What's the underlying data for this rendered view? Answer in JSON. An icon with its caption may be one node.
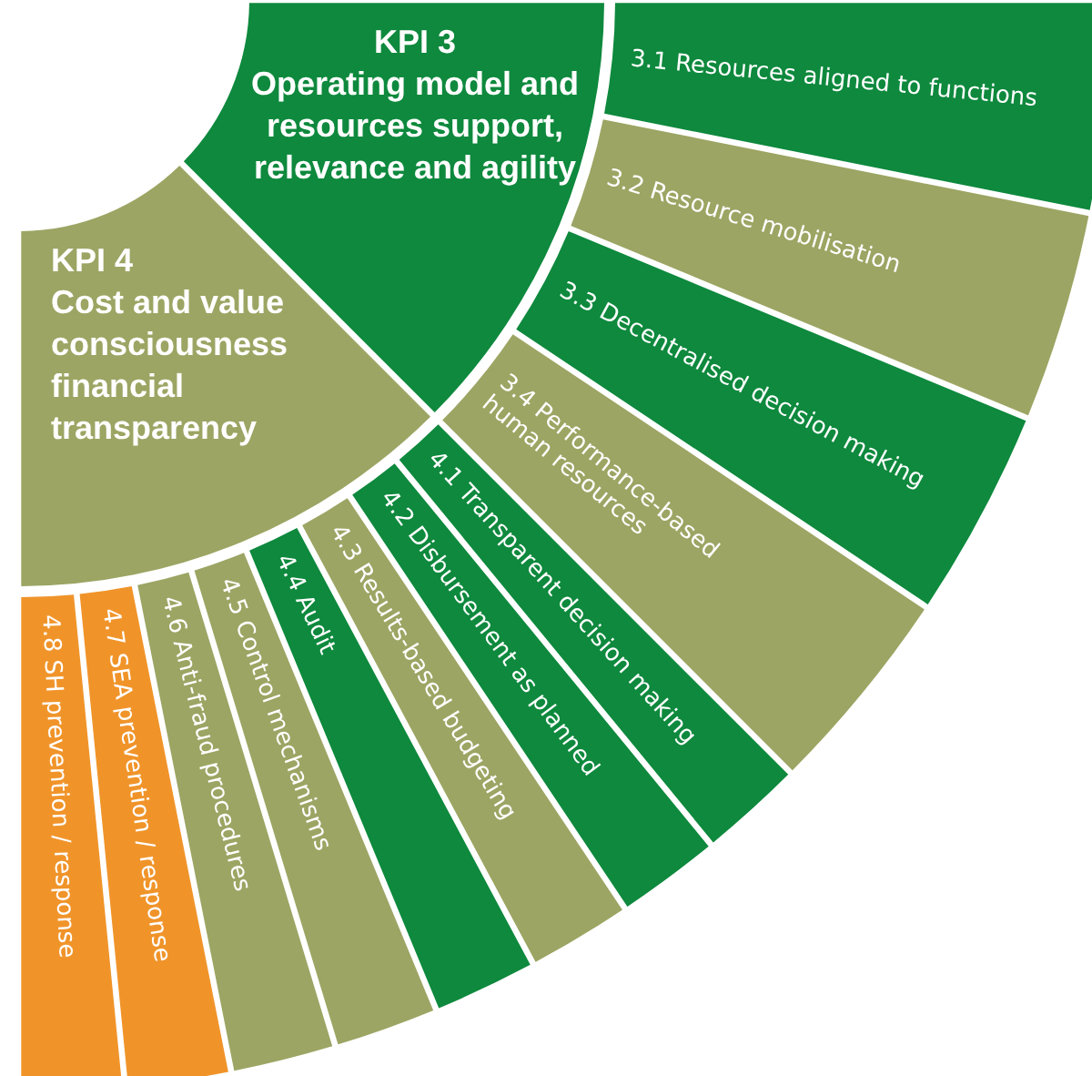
{
  "diagram": {
    "nodes": [
      {
        "text": [
          "KPI 3",
          "Operating model and resources support, relevance and agility"
        ]
      },
      {
        "text": [
          "KPI 4",
          "Cost and value consciousness financial transparency"
        ]
      },
      {
        "text": [
          "3.1 Resources aligned to functions"
        ]
      },
      {
        "text": [
          "3.2 Resource mobilisation"
        ]
      },
      {
        "text": [
          "3.3 Decentralised decision making"
        ]
      },
      {
        "text": [
          "3.4 Performance-based human resources"
        ]
      },
      {
        "text": [
          "4.1 Transparent decision making"
        ]
      },
      {
        "text": [
          "4.2 Disbursement as planned"
        ]
      },
      {
        "text": [
          "4.3 Results-based budgeting"
        ]
      },
      {
        "text": [
          "4.4 Audit"
        ]
      },
      {
        "text": [
          "4.5 Control mechanisms"
        ]
      },
      {
        "text": [
          "4.6 Anti-fraud procedures"
        ]
      },
      {
        "text": [
          "4.7 SEA prevention / response"
        ]
      },
      {
        "text": [
          "4.8 SH prevention / response"
        ]
      }
    ]
  }
}
